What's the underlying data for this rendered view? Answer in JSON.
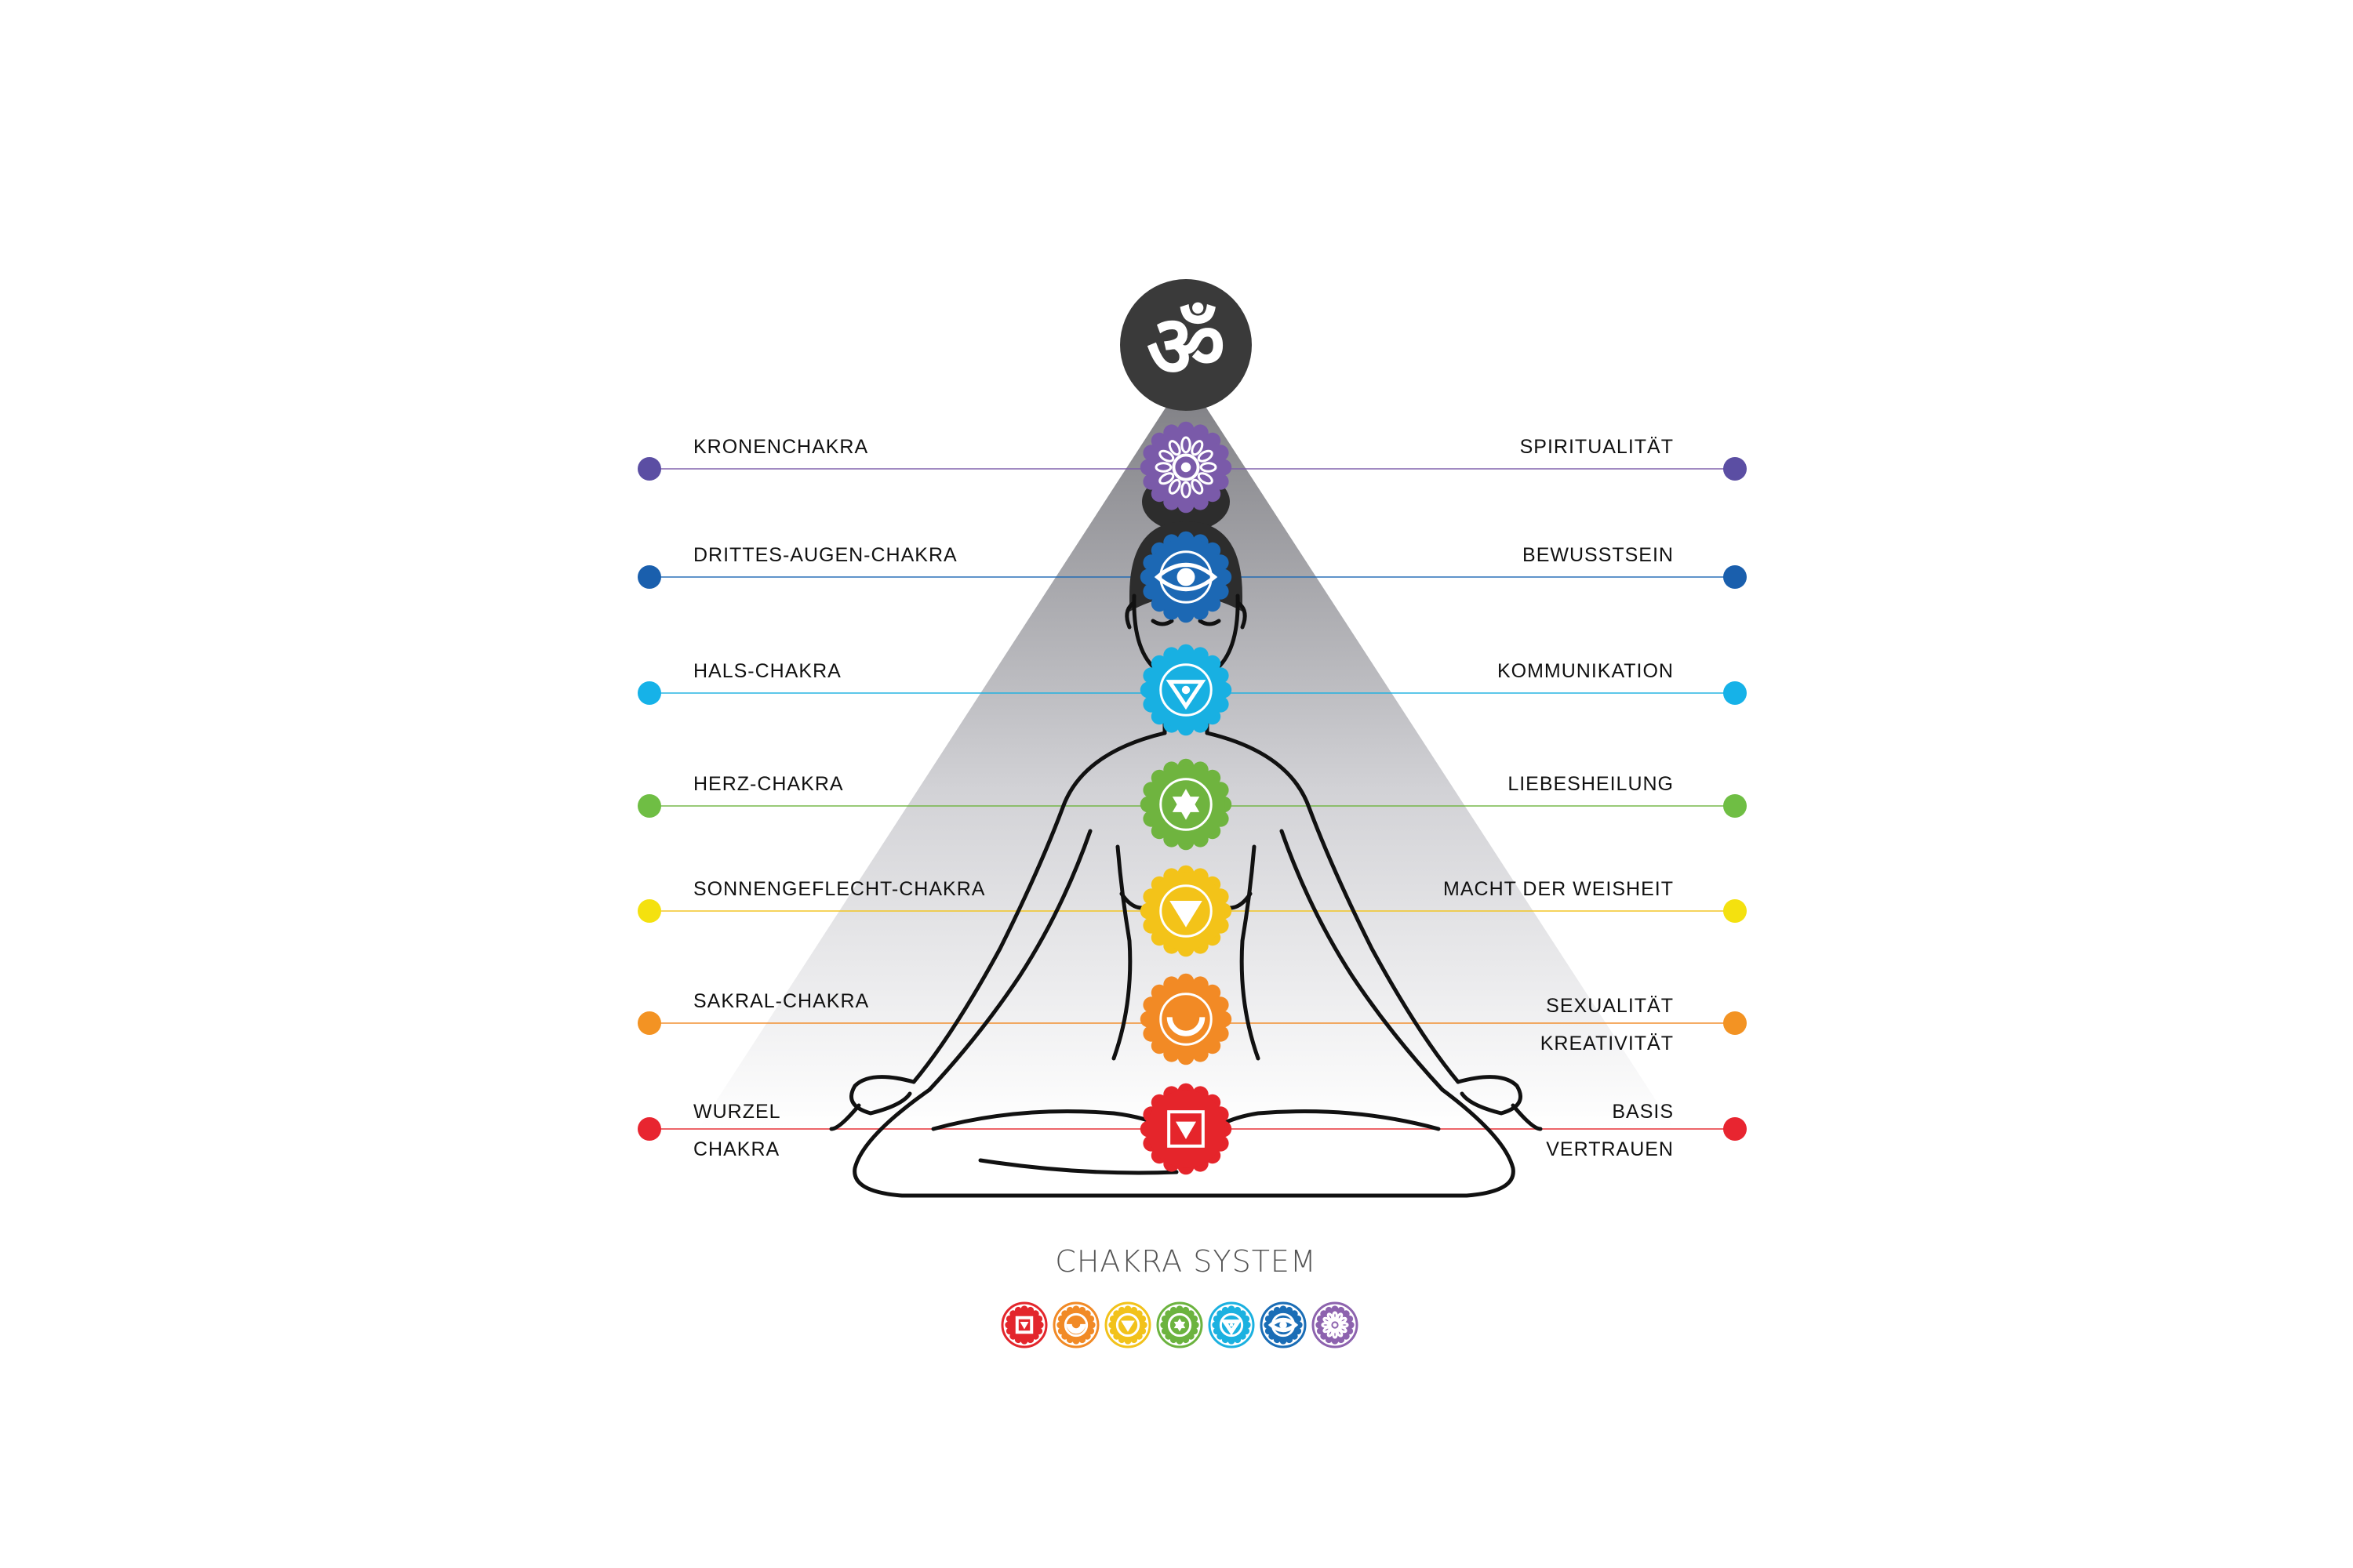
{
  "om_symbol": "ॐ",
  "title": "CHAKRA SYSTEM",
  "colors": {
    "om_bg": "#3a3a3a",
    "pyramid_top": "#8e8e93",
    "pyramid_bottom": "#ffffff"
  },
  "chakras": [
    {
      "left": "KRONENCHAKRA",
      "right": "SPIRITUALITÄT",
      "color": "#7a5aa9",
      "icon": "lotus-icon",
      "mini_color": "#8d63ae"
    },
    {
      "left": "DRITTES-AUGEN-CHAKRA",
      "right": "BEWUSSTSEIN",
      "color": "#1c68b4",
      "icon": "eye-icon",
      "mini_color": "#1a6db6"
    },
    {
      "left": "HALS-CHAKRA",
      "right": "KOMMUNIKATION",
      "color": "#18b0e2",
      "icon": "triangle-icon",
      "mini_color": "#1bb1e0"
    },
    {
      "left": "HERZ-CHAKRA",
      "right": "LIEBESHEILUNG",
      "color": "#6fb43f",
      "icon": "star-icon",
      "mini_color": "#6cb33f"
    },
    {
      "left": "SONNENGEFLECHT-CHAKRA",
      "right": "MACHT DER WEISHEIT",
      "color": "#f3c319",
      "icon": "triangle-down-icon",
      "mini_color": "#f2c21b"
    },
    {
      "left": "SAKRAL-CHAKRA",
      "right": "SEXUALITÄT",
      "right2": "KREATIVITÄT",
      "color": "#f28a25",
      "icon": "crescent-icon",
      "mini_color": "#f18a26"
    },
    {
      "left": "WURZEL",
      "left2": "CHAKRA",
      "right": "BASIS",
      "right2": "VERTRAUEN",
      "color": "#e5252b",
      "icon": "square-icon",
      "mini_color": "#e3262c"
    }
  ],
  "dot_colors": [
    "#5b4ea3",
    "#1a5fad",
    "#16b2e8",
    "#6fbe44",
    "#f4e10f",
    "#f39323",
    "#e82530"
  ]
}
